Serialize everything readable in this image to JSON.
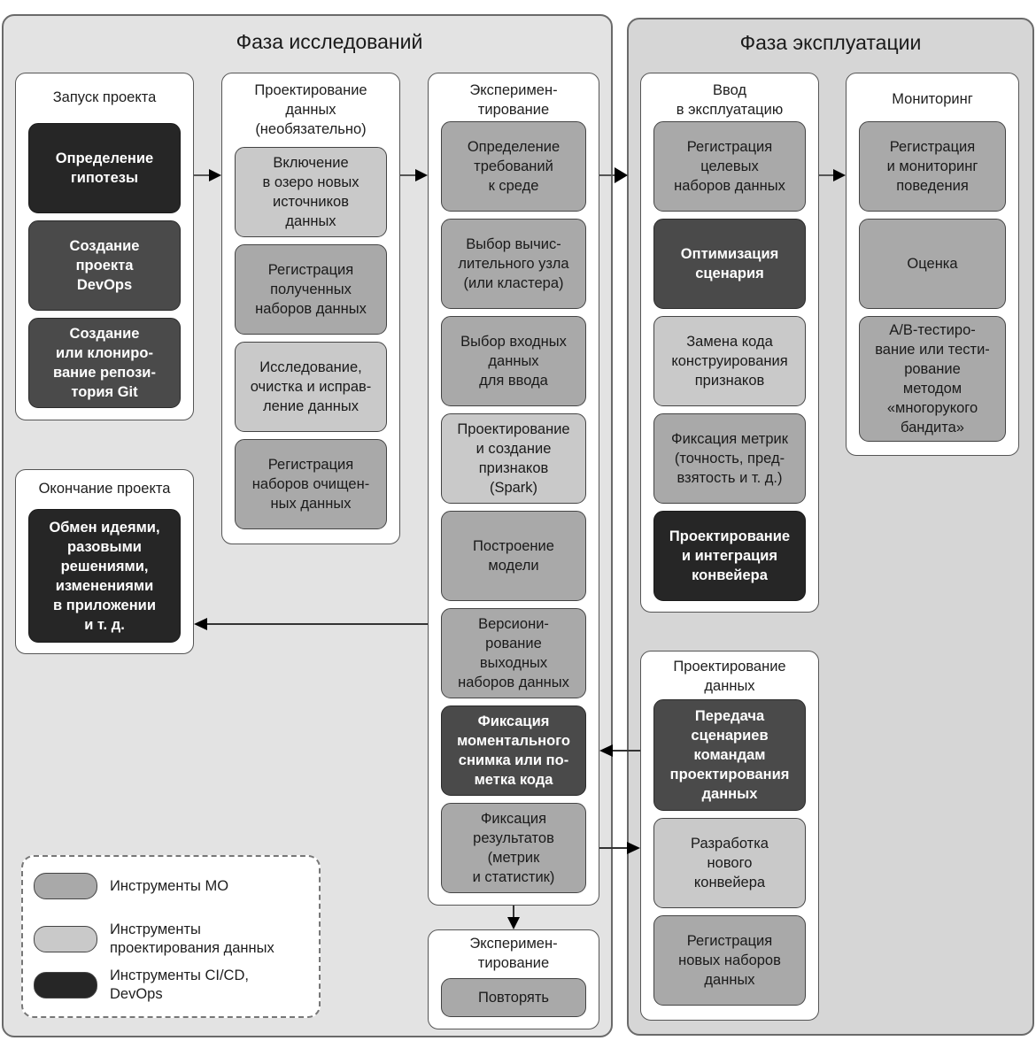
{
  "colors": {
    "phase_research_bg": "#e3e3e3",
    "phase_ops_bg": "#d6d6d6",
    "ml_tools": "#a9a9a9",
    "data_engineering_tools": "#c9c9c9",
    "cicd_devops_tools": "#262626",
    "cicd_devops_tools_alt": "#4a4a4a"
  },
  "phases": {
    "research": {
      "title": "Фаза исследований",
      "groups": {
        "project_start": {
          "title": "Запуск проекта",
          "cards": [
            {
              "text": "Определение\nгипотезы",
              "type": "cicd"
            },
            {
              "text": "Создание\nпроекта\nDevOps",
              "type": "cicd"
            },
            {
              "text": "Создание\nили клониро-\nвание репози-\nтория Git",
              "type": "cicd"
            }
          ]
        },
        "data_engineering_optional": {
          "title": "Проектирование\nданных\n(необязательно)",
          "cards": [
            {
              "text": "Включение\nв озеро новых\nисточников\nданных",
              "type": "data"
            },
            {
              "text": "Регистрация\nполученных\nнаборов данных",
              "type": "ml"
            },
            {
              "text": "Исследование,\nочистка и исправ-\nление данных",
              "type": "data"
            },
            {
              "text": "Регистрация\nнаборов очищен-\nных данных",
              "type": "ml"
            }
          ]
        },
        "experimentation": {
          "title": "Эксперимен-\nтирование",
          "cards": [
            {
              "text": "Определение\nтребований\nк среде",
              "type": "ml"
            },
            {
              "text": "Выбор вычис-\nлительного узла\n(или кластера)",
              "type": "ml"
            },
            {
              "text": "Выбор входных\nданных\nдля ввода",
              "type": "ml"
            },
            {
              "text": "Проектирование\nи создание\nпризнаков\n(Spark)",
              "type": "data"
            },
            {
              "text": "Построение\nмодели",
              "type": "ml"
            },
            {
              "text": "Версиони-\nрование\nвыходных\nнаборов данных",
              "type": "ml"
            },
            {
              "text": "Фиксация\nмоментального\nснимка или по-\nметка кода",
              "type": "cicd"
            },
            {
              "text": "Фиксация\nрезультатов\n(метрик\nи статистик)",
              "type": "ml"
            }
          ]
        },
        "project_end": {
          "title": "Окончание проекта",
          "cards": [
            {
              "text": "Обмен идеями,\nразовыми\nрешениями,\nизменениями\nв приложении\nи т. д.",
              "type": "cicd"
            }
          ]
        },
        "experimentation_repeat": {
          "title": "Эксперимен-\nтирование",
          "cards": [
            {
              "text": "Повторять",
              "type": "ml"
            }
          ]
        }
      }
    },
    "operations": {
      "title": "Фаза эксплуатации",
      "groups": {
        "deployment": {
          "title": "Ввод\nв эксплуатацию",
          "cards": [
            {
              "text": "Регистрация\nцелевых\nнаборов данных",
              "type": "ml"
            },
            {
              "text": "Оптимизация\nсценария",
              "type": "cicd"
            },
            {
              "text": "Замена кода\nконструирования\nпризнаков",
              "type": "data"
            },
            {
              "text": "Фиксация метрик\n(точность, пред-\nвзятость и т. д.)",
              "type": "ml"
            },
            {
              "text": "Проектирование\nи интеграция\nконвейера",
              "type": "cicd"
            }
          ]
        },
        "monitoring": {
          "title": "Мониторинг",
          "cards": [
            {
              "text": "Регистрация\nи мониторинг\nповедения",
              "type": "ml"
            },
            {
              "text": "Оценка",
              "type": "ml"
            },
            {
              "text": "A/B-тестиро-\nвание или тести-\nрование\nметодом\n«многорукого\nбандита»",
              "type": "ml"
            }
          ]
        },
        "data_engineering": {
          "title": "Проектирование\nданных",
          "cards": [
            {
              "text": "Передача\nсценариев\nкомандам\nпроектирования\nданных",
              "type": "cicd"
            },
            {
              "text": "Разработка\nнового\nконвейера",
              "type": "data"
            },
            {
              "text": "Регистрация\nновых наборов\nданных",
              "type": "ml"
            }
          ]
        }
      }
    }
  },
  "legend": [
    {
      "label": "Инструменты МО",
      "type": "ml"
    },
    {
      "label": "Инструменты\nпроектирования данных",
      "type": "data"
    },
    {
      "label": "Инструменты CI/CD,\nDevOps",
      "type": "cicd"
    }
  ],
  "arrows": [
    {
      "from": "project_start",
      "to": "data_engineering_optional",
      "direction": "right"
    },
    {
      "from": "data_engineering_optional",
      "to": "experimentation",
      "direction": "right"
    },
    {
      "from": "experimentation",
      "to": "deployment",
      "direction": "right"
    },
    {
      "from": "deployment",
      "to": "monitoring",
      "direction": "right"
    },
    {
      "from": "experimentation",
      "to": "project_end",
      "direction": "left"
    },
    {
      "from": "experimentation",
      "to": "experimentation_repeat",
      "direction": "down"
    },
    {
      "from": "data_engineering",
      "to": "experimentation",
      "direction": "left"
    },
    {
      "from": "experimentation",
      "to": "data_engineering",
      "direction": "right"
    }
  ]
}
